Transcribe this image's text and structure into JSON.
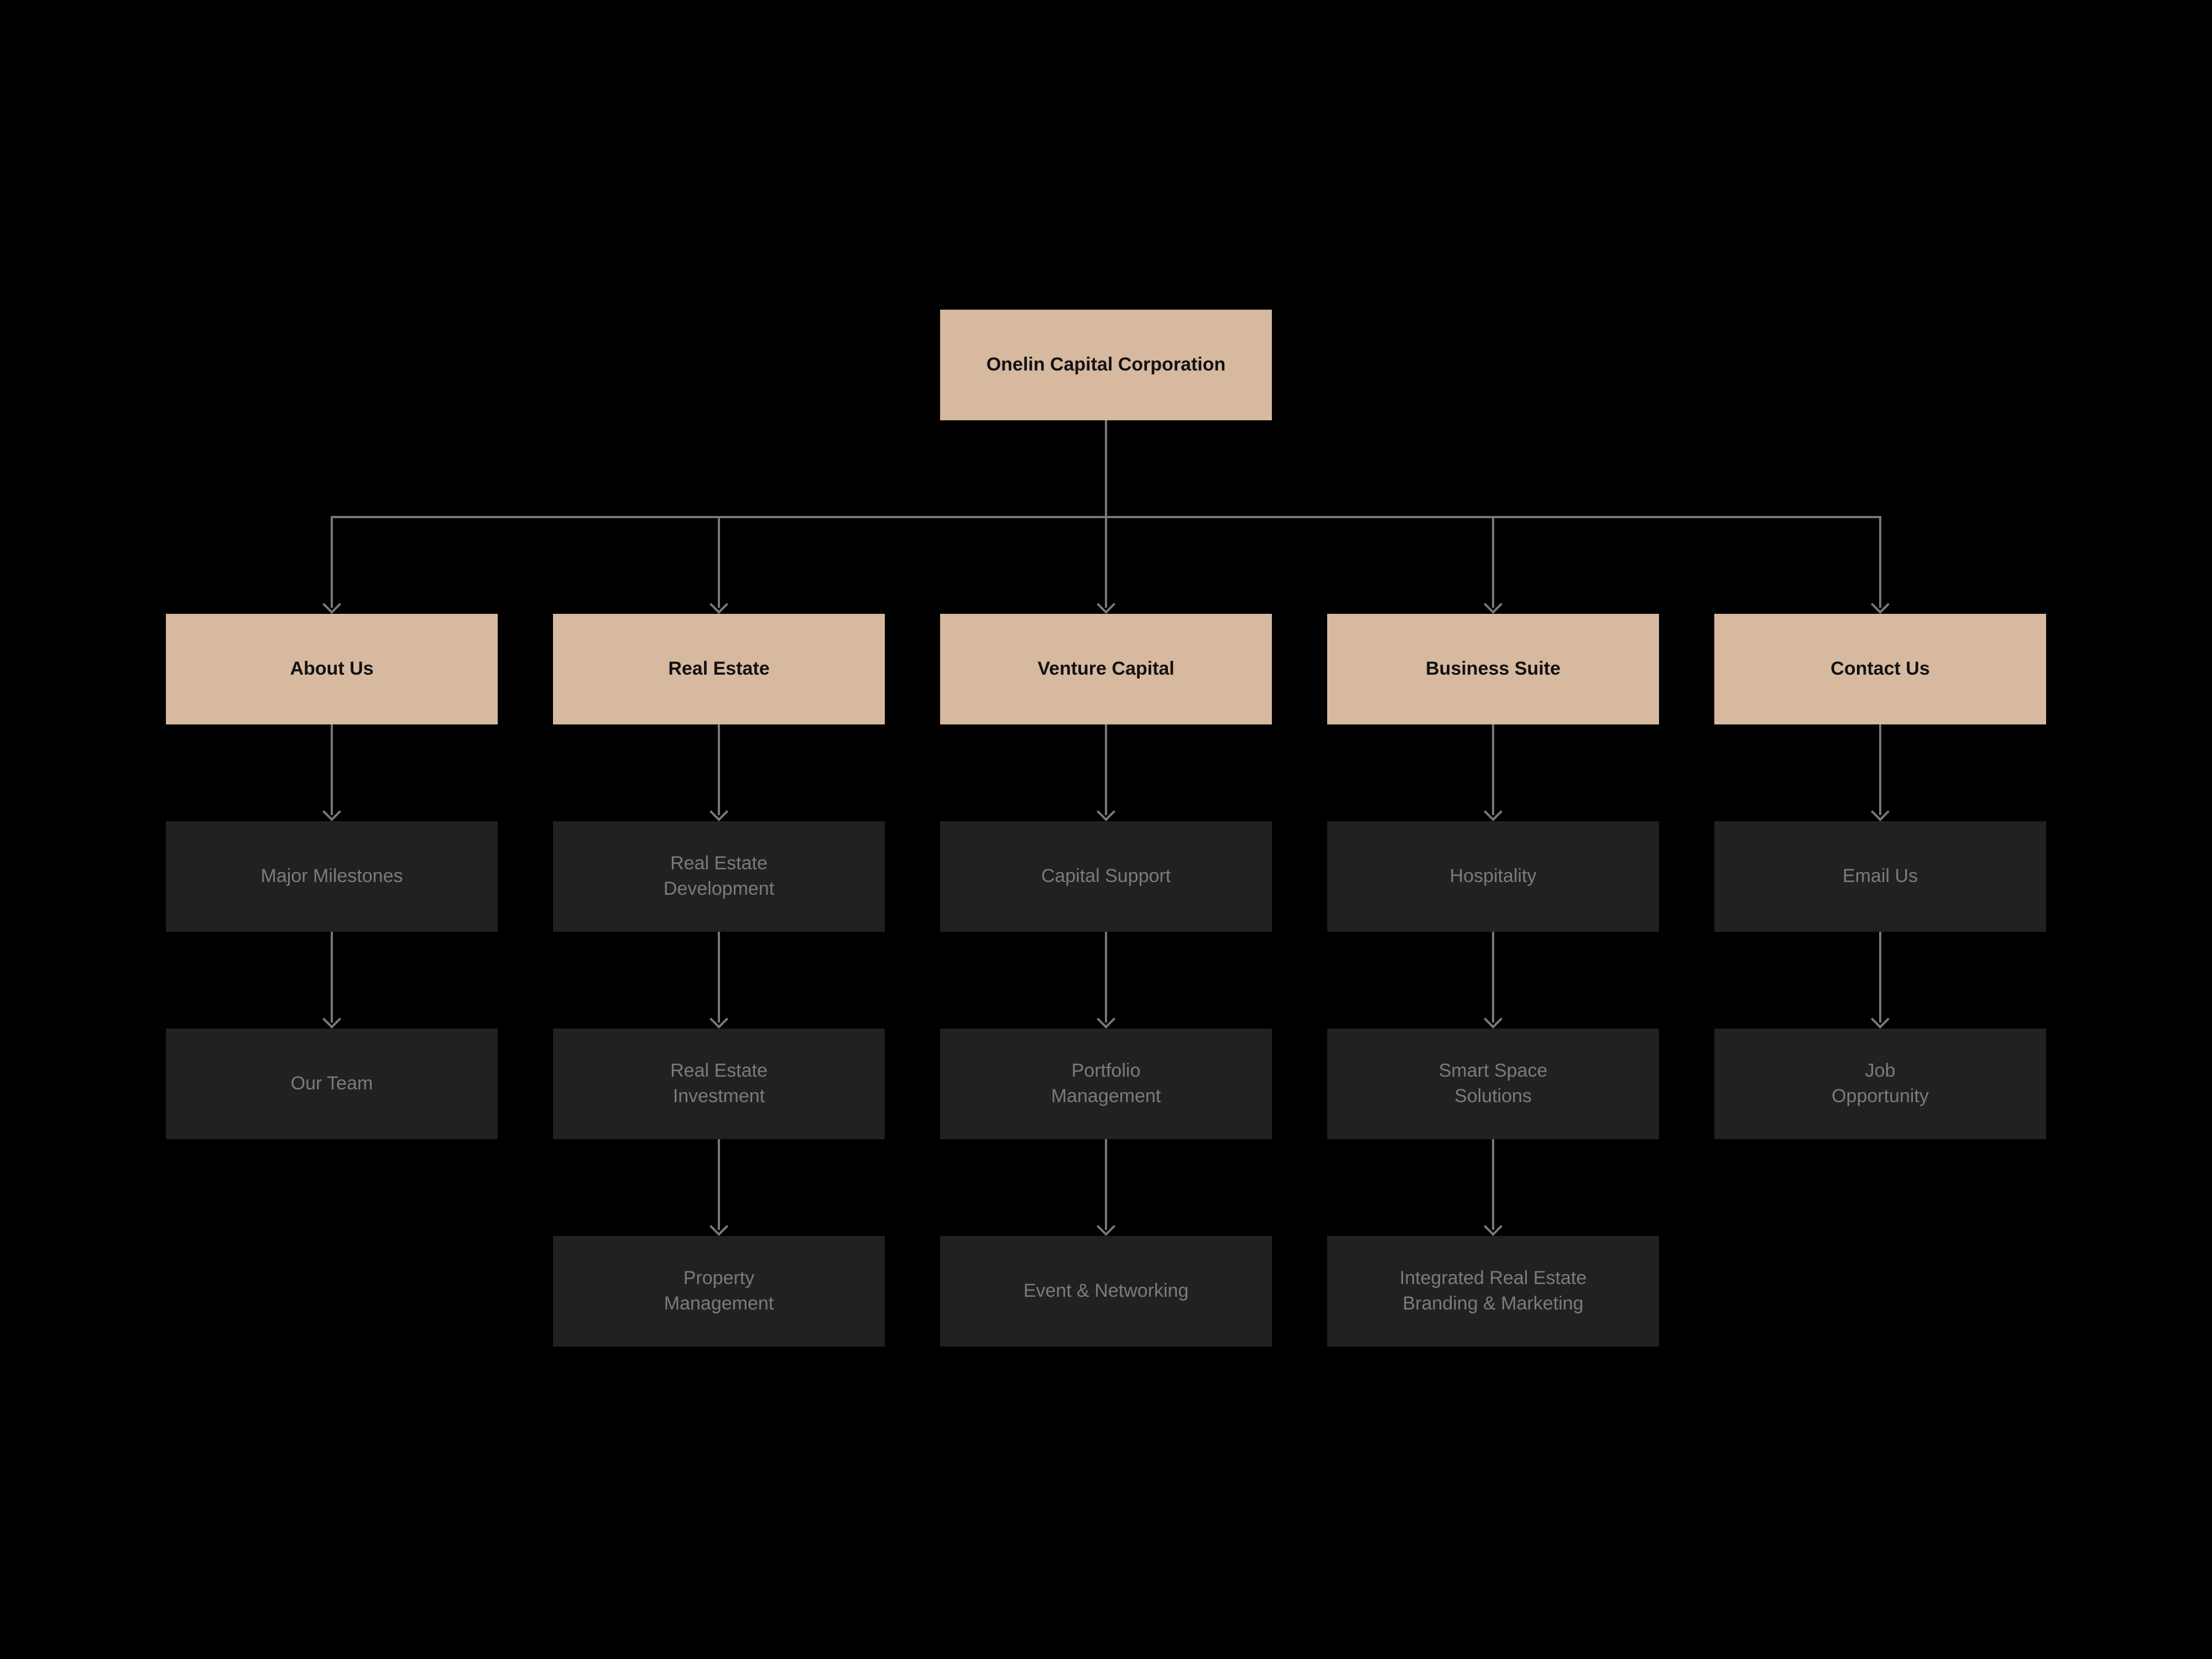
{
  "diagram": {
    "root": {
      "label": "Onelin Capital Corporation"
    },
    "columns": [
      {
        "label": "About Us",
        "children": [
          "Major Milestones",
          "Our Team"
        ]
      },
      {
        "label": "Real Estate",
        "children": [
          "Real Estate\nDevelopment",
          "Real Estate\nInvestment",
          "Property\nManagement"
        ]
      },
      {
        "label": "Venture Capital",
        "children": [
          "Capital Support",
          "Portfolio\nManagement",
          "Event & Networking"
        ]
      },
      {
        "label": "Business Suite",
        "children": [
          "Hospitality",
          "Smart Space\nSolutions",
          "Integrated Real Estate\nBranding & Marketing"
        ]
      },
      {
        "label": "Contact Us",
        "children": [
          "Email Us",
          "Job\nOpportunity"
        ]
      }
    ],
    "colors": {
      "background": "#000000",
      "accent": "#d7b9a0",
      "node_bg": "#212121",
      "node_text": "#7b7b7b",
      "line": "#787878"
    }
  }
}
